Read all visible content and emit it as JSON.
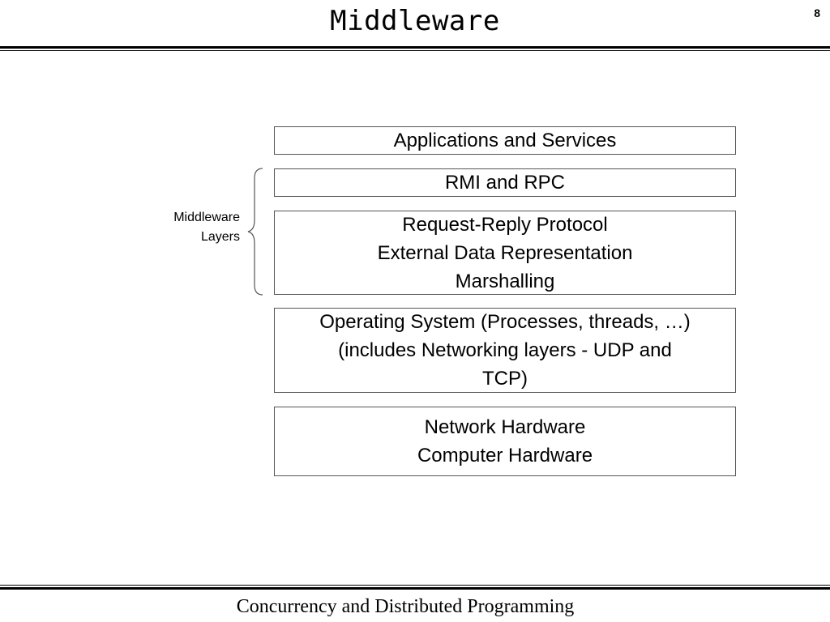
{
  "slide": {
    "title": "Middleware",
    "number": "8",
    "footer": "Concurrency and Distributed Programming"
  },
  "diagram": {
    "brace_label": [
      "Middleware",
      "Layers"
    ],
    "layers": [
      {
        "id": "apps",
        "lines": [
          "Applications and Services"
        ]
      },
      {
        "id": "rmi",
        "lines": [
          "RMI and RPC"
        ]
      },
      {
        "id": "rrp",
        "lines": [
          "Request-Reply Protocol",
          "External Data Representation",
          "Marshalling"
        ]
      },
      {
        "id": "os",
        "lines": [
          "Operating System (Processes, threads, …)",
          "(includes Networking layers - UDP and",
          "TCP)"
        ]
      },
      {
        "id": "hw",
        "lines": [
          "Network Hardware",
          "Computer Hardware"
        ]
      }
    ]
  }
}
